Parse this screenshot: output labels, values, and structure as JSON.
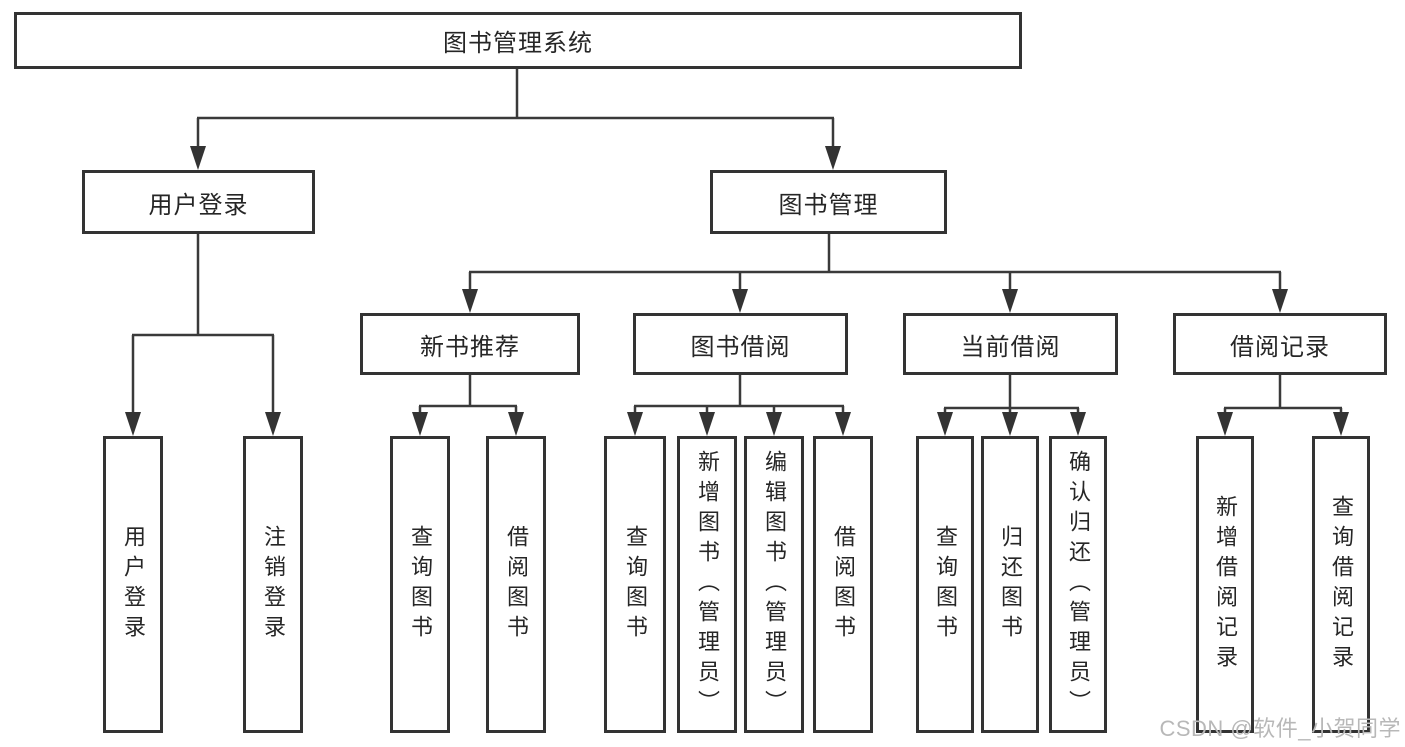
{
  "diagram": {
    "root": {
      "label": "图书管理系统"
    },
    "level2": [
      {
        "label": "用户登录"
      },
      {
        "label": "图书管理"
      }
    ],
    "level3": [
      {
        "label": "新书推荐"
      },
      {
        "label": "图书借阅"
      },
      {
        "label": "当前借阅"
      },
      {
        "label": "借阅记录"
      }
    ],
    "leaves": {
      "user_login": [
        "用户登录",
        "注销登录"
      ],
      "new_book": [
        "查询图书",
        "借阅图书"
      ],
      "book_borrow": [
        "查询图书",
        "新增图书（管理员）",
        "编辑图书（管理员）",
        "借阅图书"
      ],
      "current_borrow": [
        "查询图书",
        "归还图书",
        "确认归还（管理员）"
      ],
      "borrow_records": [
        "新增借阅记录",
        "查询借阅记录"
      ]
    }
  },
  "watermark": "CSDN @软件_小贺同学",
  "colors": {
    "line": "#3a3a3a",
    "border": "#333333",
    "text": "#262626",
    "watermark": "#b8b8b8"
  }
}
